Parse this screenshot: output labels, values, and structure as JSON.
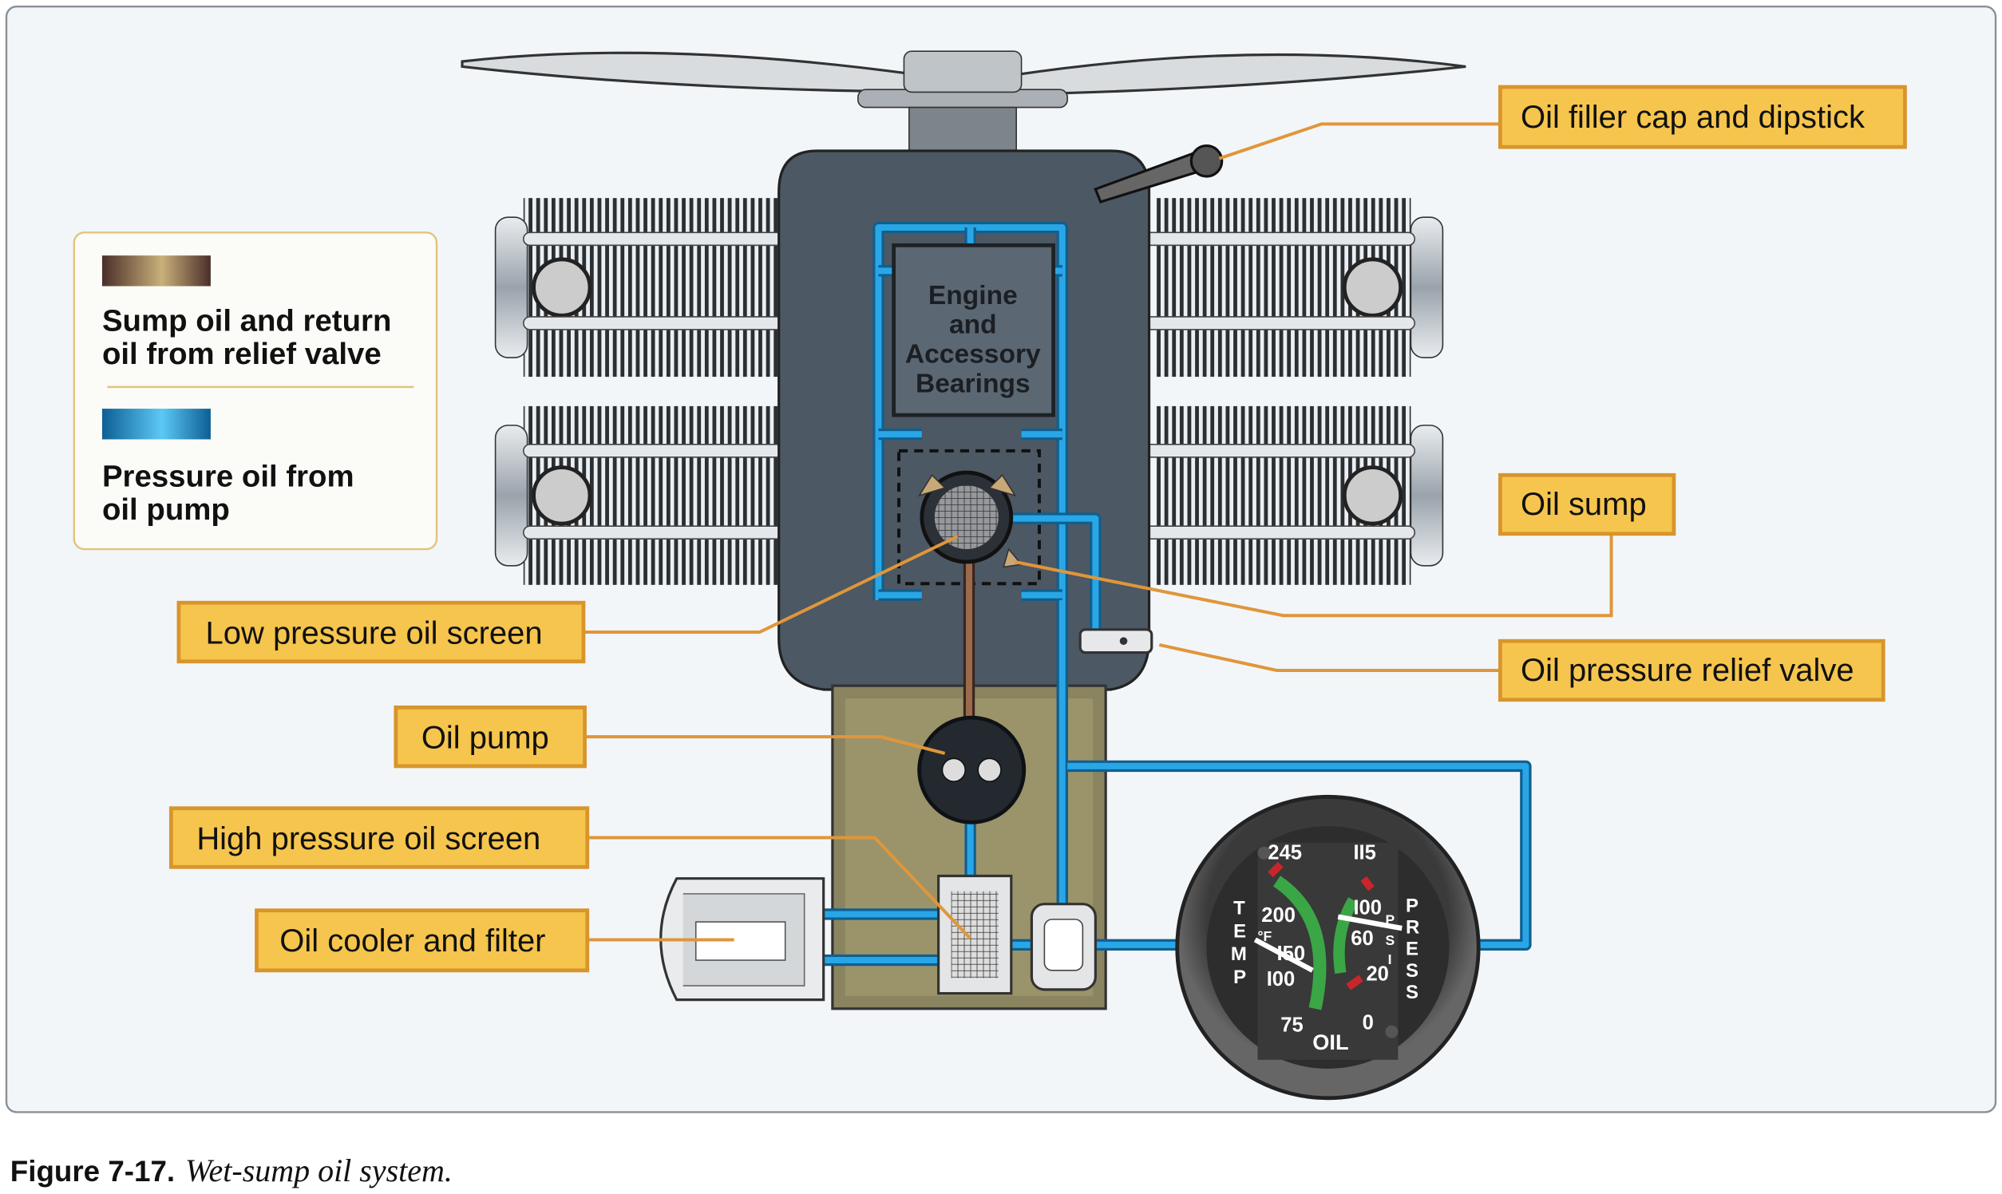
{
  "legend": {
    "items": [
      {
        "label_line1": "Sump oil and return",
        "label_line2": "oil from relief valve",
        "color": "#6b4a3a"
      },
      {
        "label_line1": "Pressure oil from",
        "label_line2": "oil pump",
        "color": "#1f9ad8"
      }
    ]
  },
  "engine": {
    "bearings_line1": "Engine",
    "bearings_line2": "and",
    "bearings_line3": "Accessory",
    "bearings_line4": "Bearings"
  },
  "callouts": {
    "filler": "Oil filler cap and dipstick",
    "sump": "Oil sump",
    "relief": "Oil pressure relief valve",
    "low_screen": "Low pressure oil screen",
    "pump": "Oil pump",
    "high_screen": "High pressure oil screen",
    "cooler": "Oil cooler and filter"
  },
  "gauge": {
    "temp_label": [
      "T",
      "E",
      "M",
      "P"
    ],
    "press_label": [
      "P",
      "R",
      "E",
      "S",
      "S"
    ],
    "psi_label": [
      "P",
      "S",
      "I"
    ],
    "unit_f": "°F",
    "oil": "OIL",
    "temp_ticks": [
      "245",
      "200",
      "I50",
      "I00",
      "75"
    ],
    "press_ticks": [
      "II5",
      "I00",
      "60",
      "20",
      "0"
    ]
  },
  "caption": {
    "number": "Figure 7-17.",
    "text": "Wet-sump oil system."
  },
  "colors": {
    "pressure_oil": "#1f9ad8",
    "sump_oil": "#6b4a3a",
    "callout_fill": "#f6c54d",
    "engine": "#4c5864"
  }
}
